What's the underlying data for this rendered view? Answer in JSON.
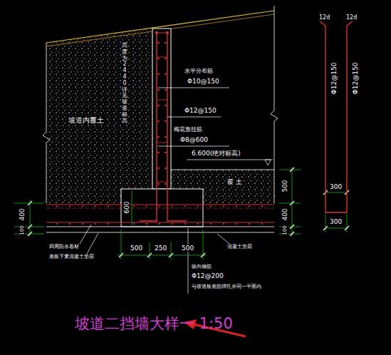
{
  "diagram": {
    "title": "坡道二挡墙大样一 1:50",
    "labels": [
      "坡道内覆土",
      "高度为2440 详见坡道标高",
      "水平分布筋",
      "Φ10@150",
      "Φ12@150",
      "梅花形拉筋",
      "Φ8@600",
      "6.600(绝对标高)",
      "覆 土",
      "500",
      "400",
      "100",
      "400",
      "100",
      "600",
      "500",
      "250",
      "500",
      "四周防水卷材",
      "底板下素混凝土垫层",
      "混凝土垫层",
      "纵向钢筋",
      "Φ12@200",
      "与坡道板底筋绑扎并同一平面内",
      "12d",
      "12d",
      "Φ12@150",
      "Φ12@150",
      "300",
      "300"
    ]
  }
}
